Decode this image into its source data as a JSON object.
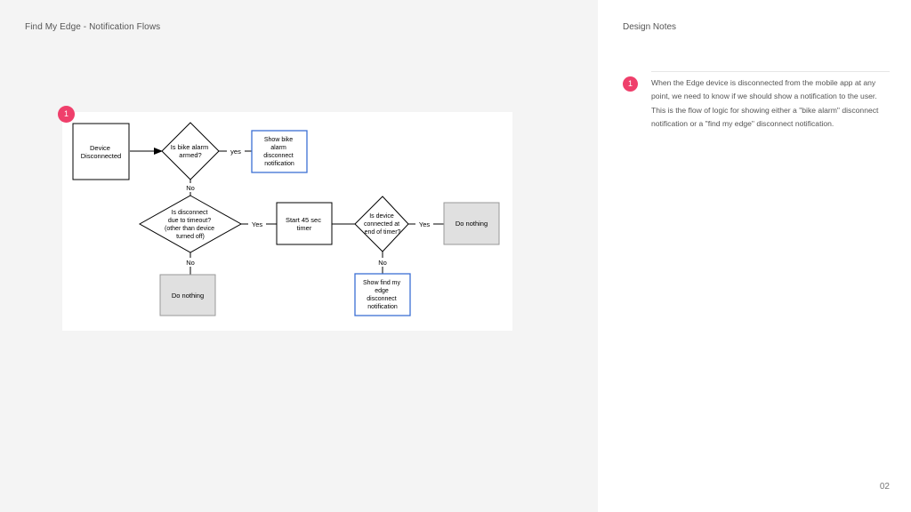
{
  "header": {
    "title": "Find My Edge - Notification Flows"
  },
  "notes": {
    "title": "Design Notes",
    "items": [
      {
        "number": "1",
        "text": "When the Edge device is disconnected from the mobile app at any point, we need to know if we should show a notification to the user. This is the flow of logic for showing either a \"bike alarm\" disconnect notification or a \"find my edge\" disconnect notification."
      }
    ]
  },
  "flow": {
    "badge": "1",
    "nodes": {
      "device_disconnected": [
        "Device",
        "Disconnected"
      ],
      "bike_alarm_armed": [
        "Is bike alarm",
        "armed?"
      ],
      "show_bike_alarm": [
        "Show bike",
        "alarm",
        "disconnect",
        "notification"
      ],
      "disconnect_timeout": [
        "Is disconnect",
        "due to timeout?",
        "(other than device",
        "turned off)"
      ],
      "start_timer": [
        "Start 45 sec",
        "timer"
      ],
      "device_connected": [
        "Is device",
        "connected at",
        "end of timer?"
      ],
      "do_nothing_right": [
        "Do nothing"
      ],
      "do_nothing_bottom": [
        "Do nothing"
      ],
      "show_find_my_edge": [
        "Show find my",
        "edge",
        "disconnect",
        "notification"
      ]
    },
    "edge_labels": {
      "armed_yes": "yes",
      "armed_no": "No",
      "timeout_yes": "Yes",
      "timeout_no": "No",
      "connected_yes": "Yes",
      "connected_no": "No"
    },
    "colors": {
      "highlight_border": "#3b6fd4",
      "grey_fill": "#e0e0e0",
      "badge": "#ef3f6b"
    }
  },
  "footer": {
    "page_number": "02"
  }
}
